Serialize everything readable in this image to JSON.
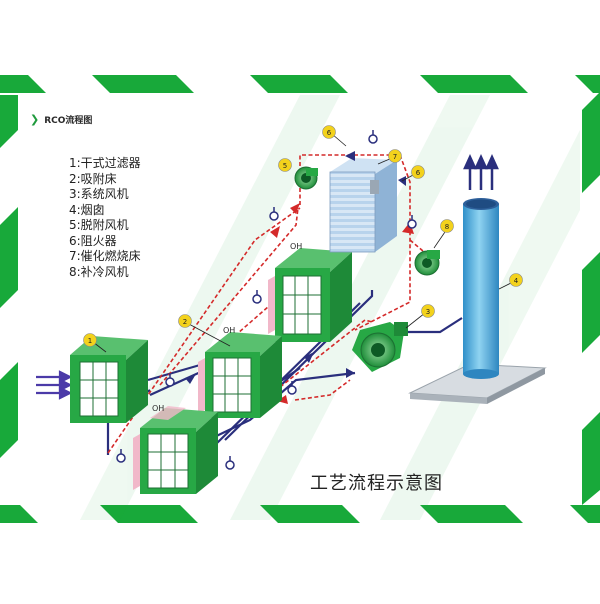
{
  "header": {
    "tag": "RCO流程图"
  },
  "legend": [
    "1:干式过滤器",
    "2:吸附床",
    "3:系统风机",
    "4:烟囱",
    "5:脱附风机",
    "6:阻火器",
    "7:催化燃烧床",
    "8:补冷风机"
  ],
  "callouts": [
    "1",
    "2",
    "3",
    "4",
    "5",
    "6",
    "6",
    "7",
    "8"
  ],
  "oh_labels": [
    "OH",
    "OH",
    "OH"
  ],
  "caption": "工艺流程示意图",
  "colors": {
    "green_stripe": "#18a93a",
    "equipment_green": "#27a845",
    "chimney_blue": "#5ab7e2",
    "pipe_navy": "#2a2f7d",
    "pipe_red": "#d42a2a",
    "callout_yellow": "#f3d21c",
    "arrow_purple": "#4b3aa8"
  }
}
